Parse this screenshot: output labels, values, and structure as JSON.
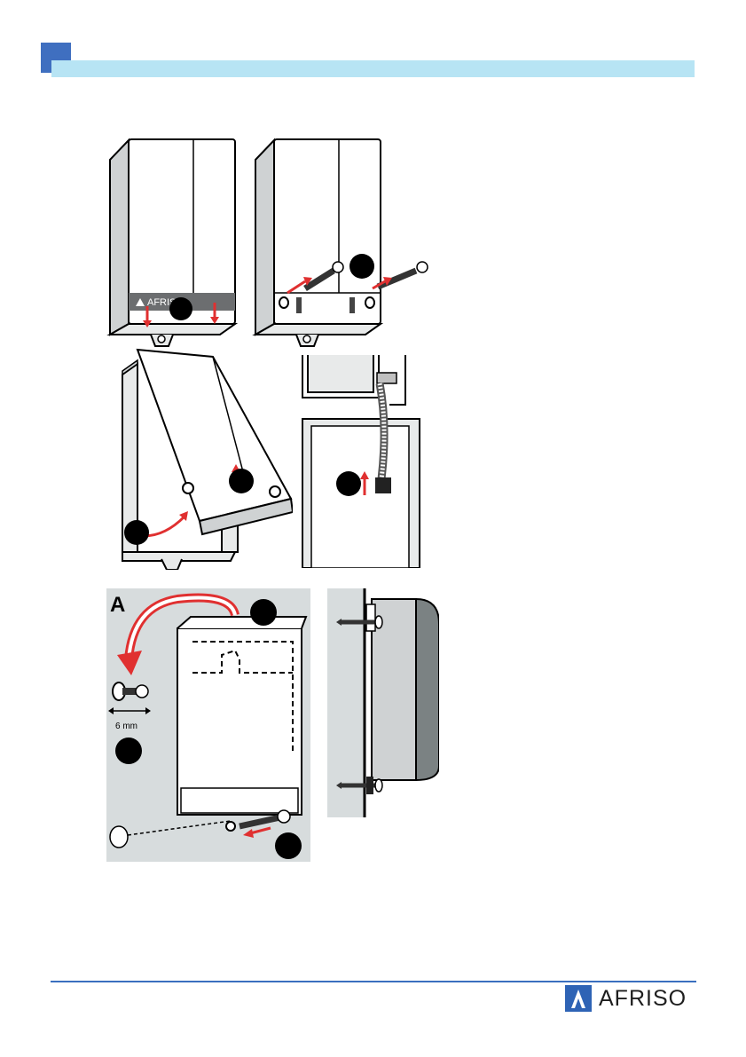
{
  "figure_a": {
    "label": "A",
    "dimension": "6 mm"
  },
  "brand": {
    "name": "AFRISO",
    "device_logo": "AFRISO",
    "accent": "#3f6fc0",
    "header_band": "#b7e4f4",
    "arrow_color": "#e03030"
  },
  "icons": [
    "afriso-logo-icon",
    "screw-icon",
    "arrow-icon",
    "step-marker-icon"
  ]
}
